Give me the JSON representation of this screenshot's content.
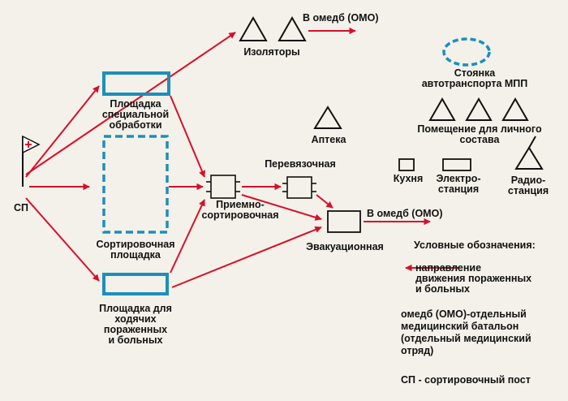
{
  "colors": {
    "arrow": "#d6102a",
    "blue_box": "#1c8fba",
    "background": "#f3f1e9",
    "flag_mark": "#d6102a"
  },
  "labels": {
    "sp": "СП",
    "isolators": "Изоляторы",
    "to_omedb_top": "В омедб (ОМО)",
    "special_treatment": "Площадка\nспециальной\nобработки",
    "sorting_area": "Сортировочная\nплощадка",
    "walking": "Площадка для\nходячих\nпораженных\nи больных",
    "reception_sorting": "Приемно-\nсортировочная",
    "dressing": "Перевязочная",
    "pharmacy": "Аптека",
    "evacuation": "Эвакуационная",
    "to_omedb_mid": "В омедб (ОМО)",
    "parking": "Стоянка\nавтотранспорта МПП",
    "staff_room": "Помещение для личного\nсостава",
    "kitchen": "Кухня",
    "power_station": "Электро-\nстанция",
    "radio_station": "Радио-\nстанция"
  },
  "legend": {
    "title": "Условные обозначения:",
    "arrow_desc": "направление\nдвижения пораженных\nи больных",
    "omedb_def": "омедб (ОМО)-отдельный\nмедицинский батальон\n(отдельный медицинский\nотряд)",
    "sp_def": "СП - сортировочный пост"
  }
}
